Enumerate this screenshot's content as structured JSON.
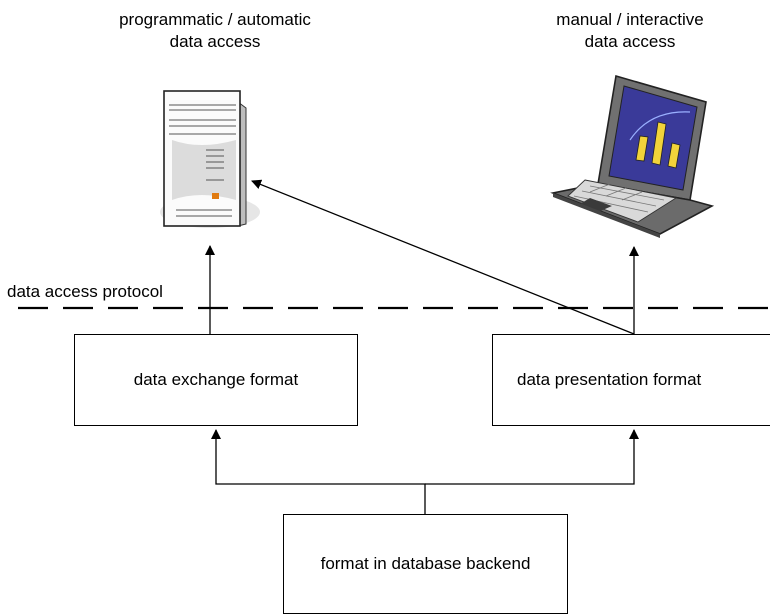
{
  "labels": {
    "programmatic_line1": "programmatic / automatic",
    "programmatic_line2": "data access",
    "manual_line1": "manual / interactive",
    "manual_line2": "data access",
    "protocol": "data access protocol"
  },
  "boxes": {
    "exchange": "data exchange format",
    "presentation": "data presentation format",
    "backend": "format in database backend"
  },
  "icons": {
    "server": "server-icon",
    "laptop": "laptop-icon"
  },
  "colors": {
    "line": "#000000",
    "screen": "#3a3a99",
    "chart_bar": "#f2d33a",
    "laptop_body": "#6b6b6b"
  }
}
